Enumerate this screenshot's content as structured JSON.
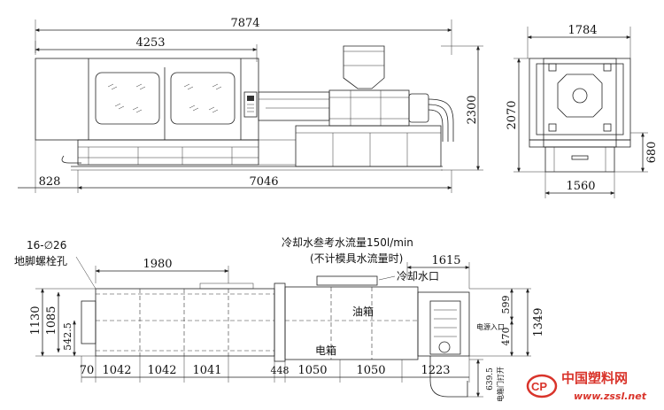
{
  "side_view": {
    "overall_length": "7874",
    "clamp_length": "4253",
    "base_length": "7046",
    "left_overhang": "828",
    "height": "2300"
  },
  "end_view": {
    "width": "1784",
    "height": "2070",
    "base_width": "1560",
    "base_height": "680"
  },
  "plan_view": {
    "bolt_holes": "16-∅26",
    "bolt_label": "地脚螺栓孔",
    "span_1980": "1980",
    "cooling_note_1": "冷却水叁考水流量150l/min",
    "cooling_note_2": "(不计模具水流量时)",
    "dim_1615": "1615",
    "cooling_inlet": "冷却水口",
    "oil_tank": "油箱",
    "electric_box": "电箱",
    "power_inlet": "电源入口",
    "cabinet_door": "电箱门打开",
    "left_h_outer": "1130",
    "left_h_inner": "1085",
    "left_h_low": "542.5",
    "right_h_599": "599",
    "right_h_470": "470",
    "right_h_1349": "1349",
    "bottom_dims": [
      "70",
      "1042",
      "1042",
      "1041",
      "448",
      "1050",
      "1050",
      "1223"
    ],
    "door_dim": "639.5"
  },
  "watermark": {
    "logo_text": "CP",
    "name": "中国塑料网",
    "url": "www.zssl.net",
    "color": "#d9342b"
  }
}
